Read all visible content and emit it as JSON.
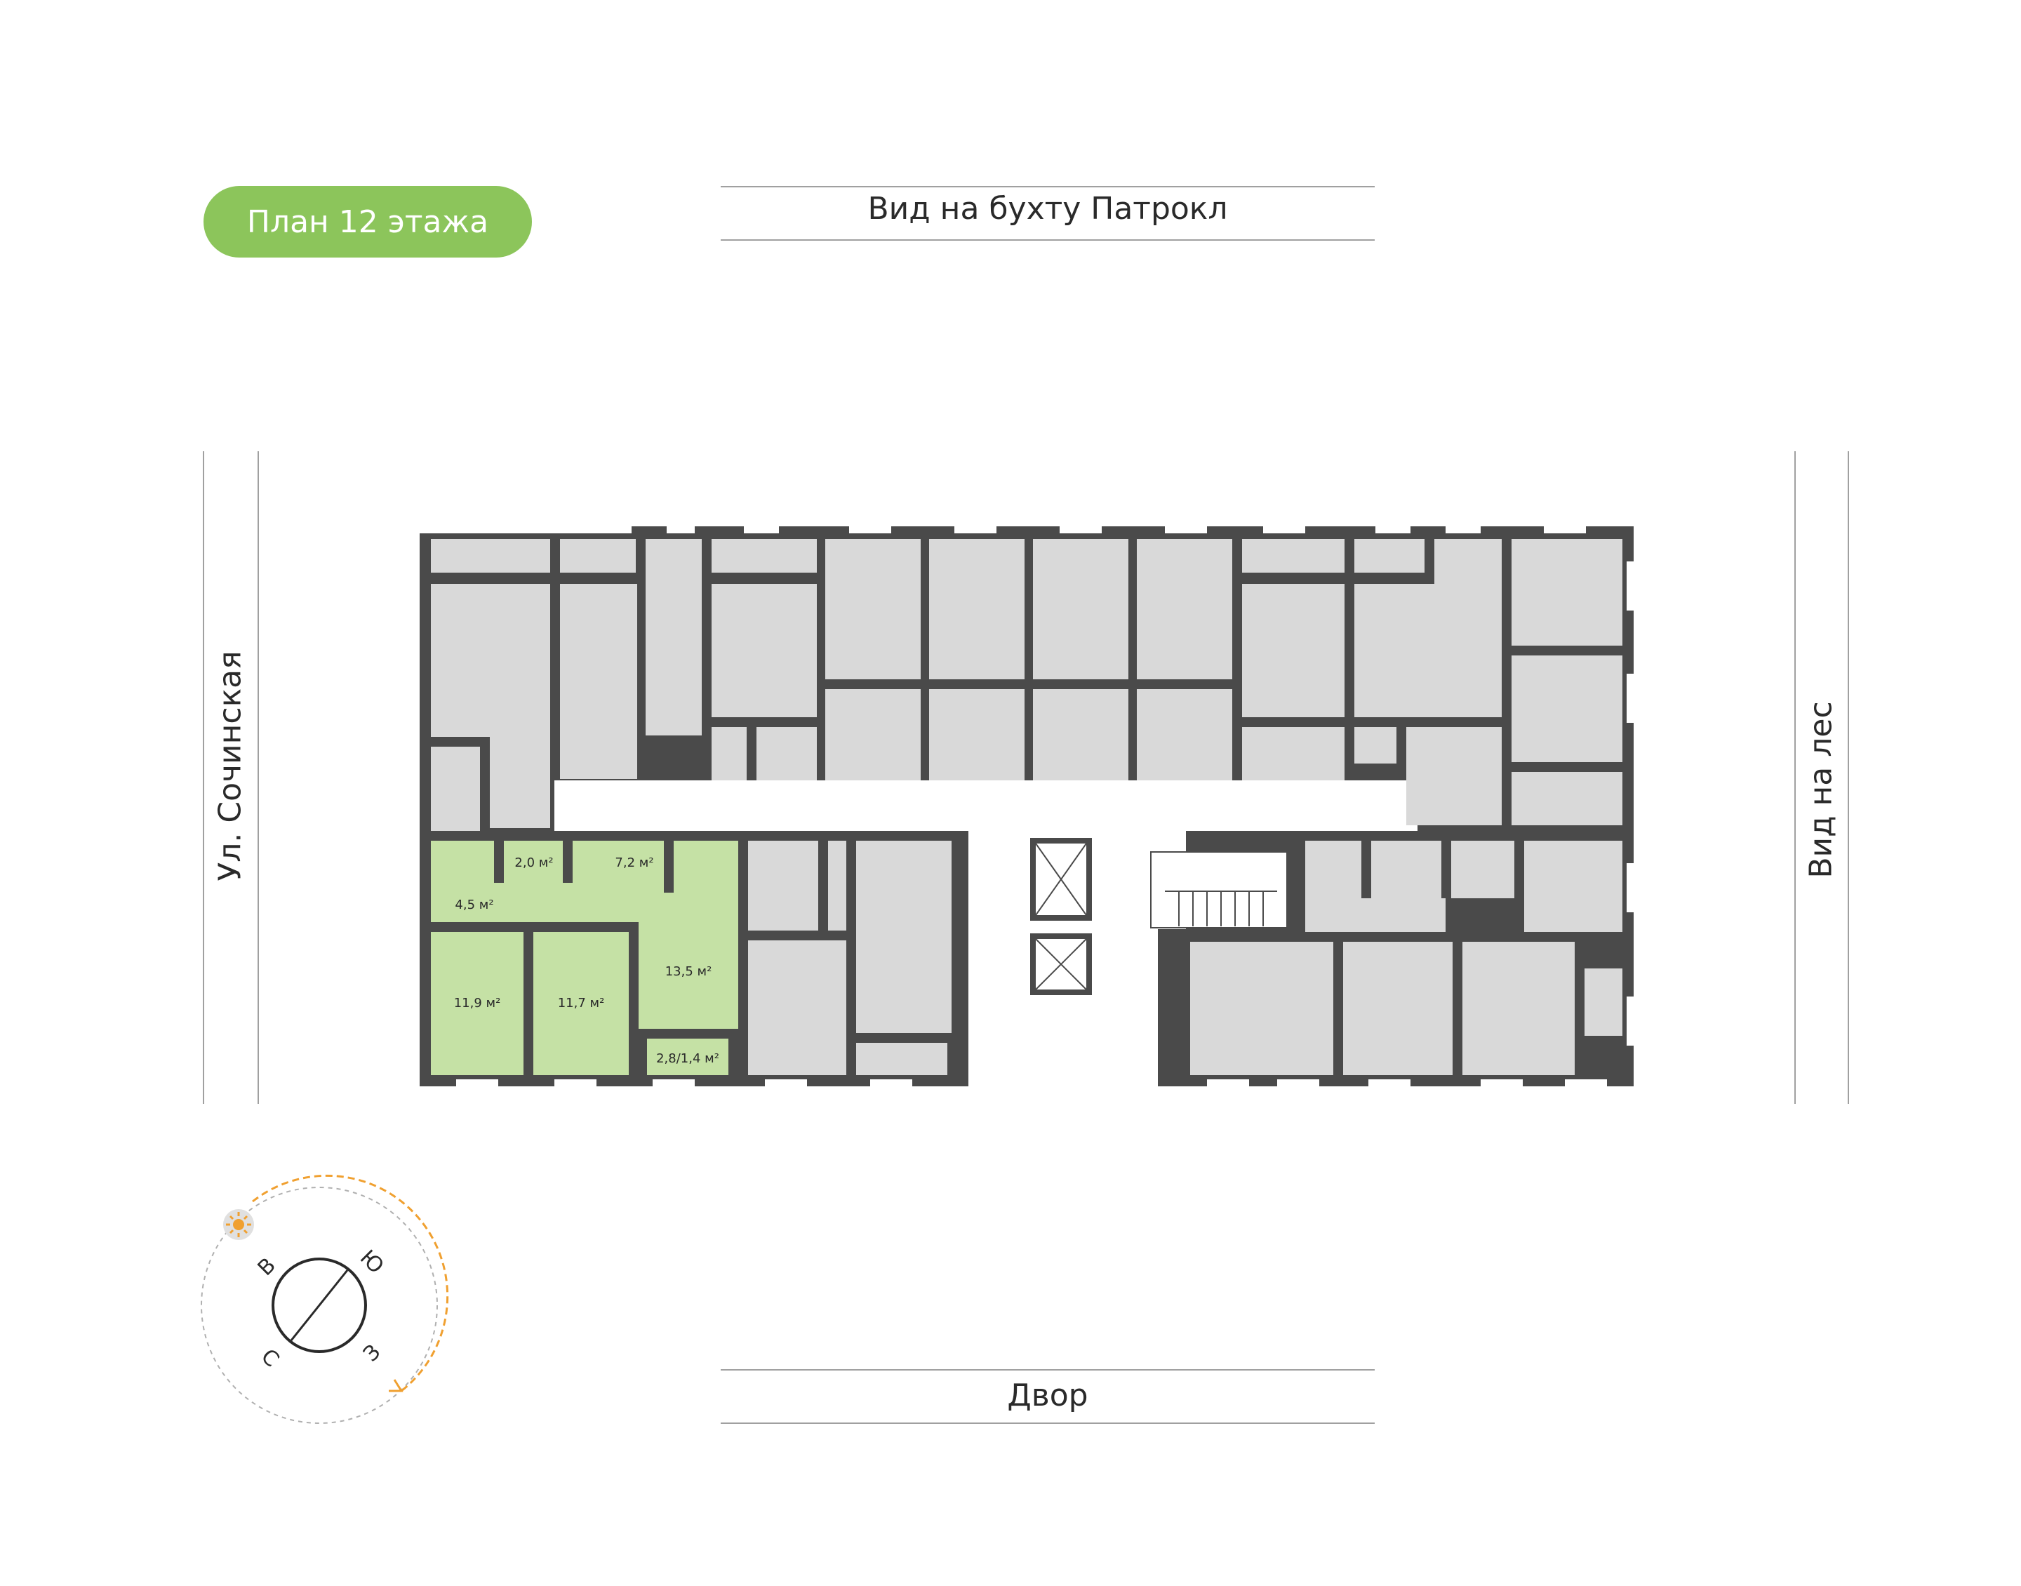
{
  "header": {
    "floor_plan_title": "План 12 этажа"
  },
  "views": {
    "top": "Вид на бухту Патрокл",
    "bottom": "Двор",
    "left": "Ул. Сочинская",
    "right": "Вид на лес"
  },
  "highlighted_apartment": {
    "color": "#c5e1a5",
    "rooms": [
      {
        "name": "bathroom",
        "area": "2,0 м²"
      },
      {
        "name": "corridor",
        "area": "7,2 м²"
      },
      {
        "name": "hall",
        "area": "4,5 м²"
      },
      {
        "name": "bedroom-1",
        "area": "11,9 м²"
      },
      {
        "name": "bedroom-2",
        "area": "11,7 м²"
      },
      {
        "name": "kitchen-living",
        "area": "13,5 м²"
      },
      {
        "name": "balcony",
        "area": "2,8/1,4 м²"
      }
    ]
  },
  "compass": {
    "letters": {
      "east": "В",
      "south": "Ю",
      "west": "З",
      "north": "С"
    },
    "icon": "sun-icon",
    "accent_color": "#f0a030"
  },
  "colors": {
    "badge": "#8cc55b",
    "wall": "#4a4a4a",
    "room": "#d9d9d9",
    "highlight": "#c5e1a5"
  }
}
